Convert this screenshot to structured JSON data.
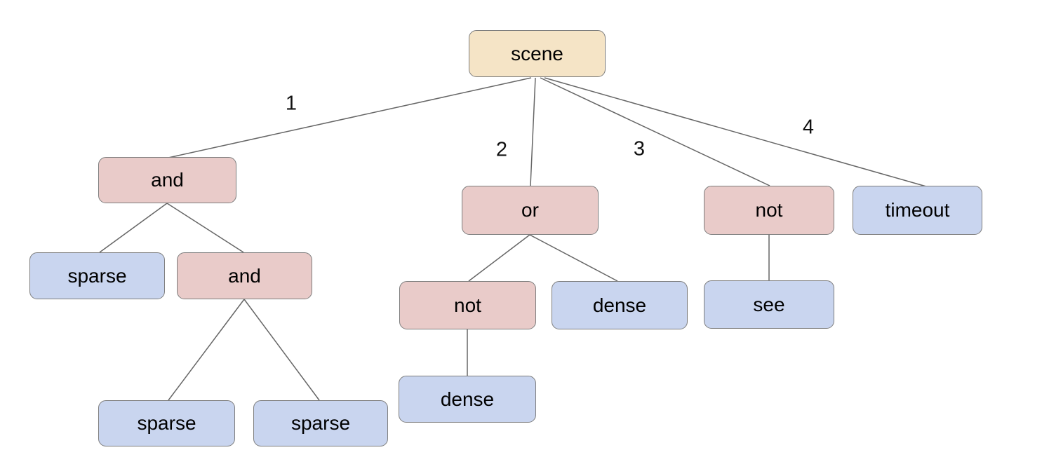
{
  "diagram": {
    "type": "tree",
    "nodes": {
      "scene": {
        "label": "scene",
        "role": "root"
      },
      "and_1": {
        "label": "and",
        "role": "operator"
      },
      "sparse_1": {
        "label": "sparse",
        "role": "leaf"
      },
      "and_2": {
        "label": "and",
        "role": "operator"
      },
      "sparse_2": {
        "label": "sparse",
        "role": "leaf"
      },
      "sparse_3": {
        "label": "sparse",
        "role": "leaf"
      },
      "or_1": {
        "label": "or",
        "role": "operator"
      },
      "not_1": {
        "label": "not",
        "role": "operator"
      },
      "dense_1": {
        "label": "dense",
        "role": "leaf"
      },
      "dense_2": {
        "label": "dense",
        "role": "leaf"
      },
      "not_2": {
        "label": "not",
        "role": "operator"
      },
      "see_1": {
        "label": "see",
        "role": "leaf"
      },
      "timeout_1": {
        "label": "timeout",
        "role": "leaf"
      }
    },
    "edge_labels": {
      "e1": "1",
      "e2": "2",
      "e3": "3",
      "e4": "4"
    },
    "structure": {
      "label": "scene",
      "children": [
        {
          "edge": "1",
          "label": "and",
          "children": [
            {
              "label": "sparse"
            },
            {
              "label": "and",
              "children": [
                {
                  "label": "sparse"
                },
                {
                  "label": "sparse"
                }
              ]
            }
          ]
        },
        {
          "edge": "2",
          "label": "or",
          "children": [
            {
              "label": "not",
              "children": [
                {
                  "label": "dense"
                }
              ]
            },
            {
              "label": "dense"
            }
          ]
        },
        {
          "edge": "3",
          "label": "not",
          "children": [
            {
              "label": "see"
            }
          ]
        },
        {
          "edge": "4",
          "label": "timeout"
        }
      ]
    },
    "colors": {
      "root_fill": "#f5e4c6",
      "operator_fill": "#e9cbc9",
      "leaf_fill": "#c9d5ef",
      "node_border": "#7d7d7d",
      "edge_line": "#666666",
      "text": "#000000",
      "background": "#ffffff"
    }
  }
}
